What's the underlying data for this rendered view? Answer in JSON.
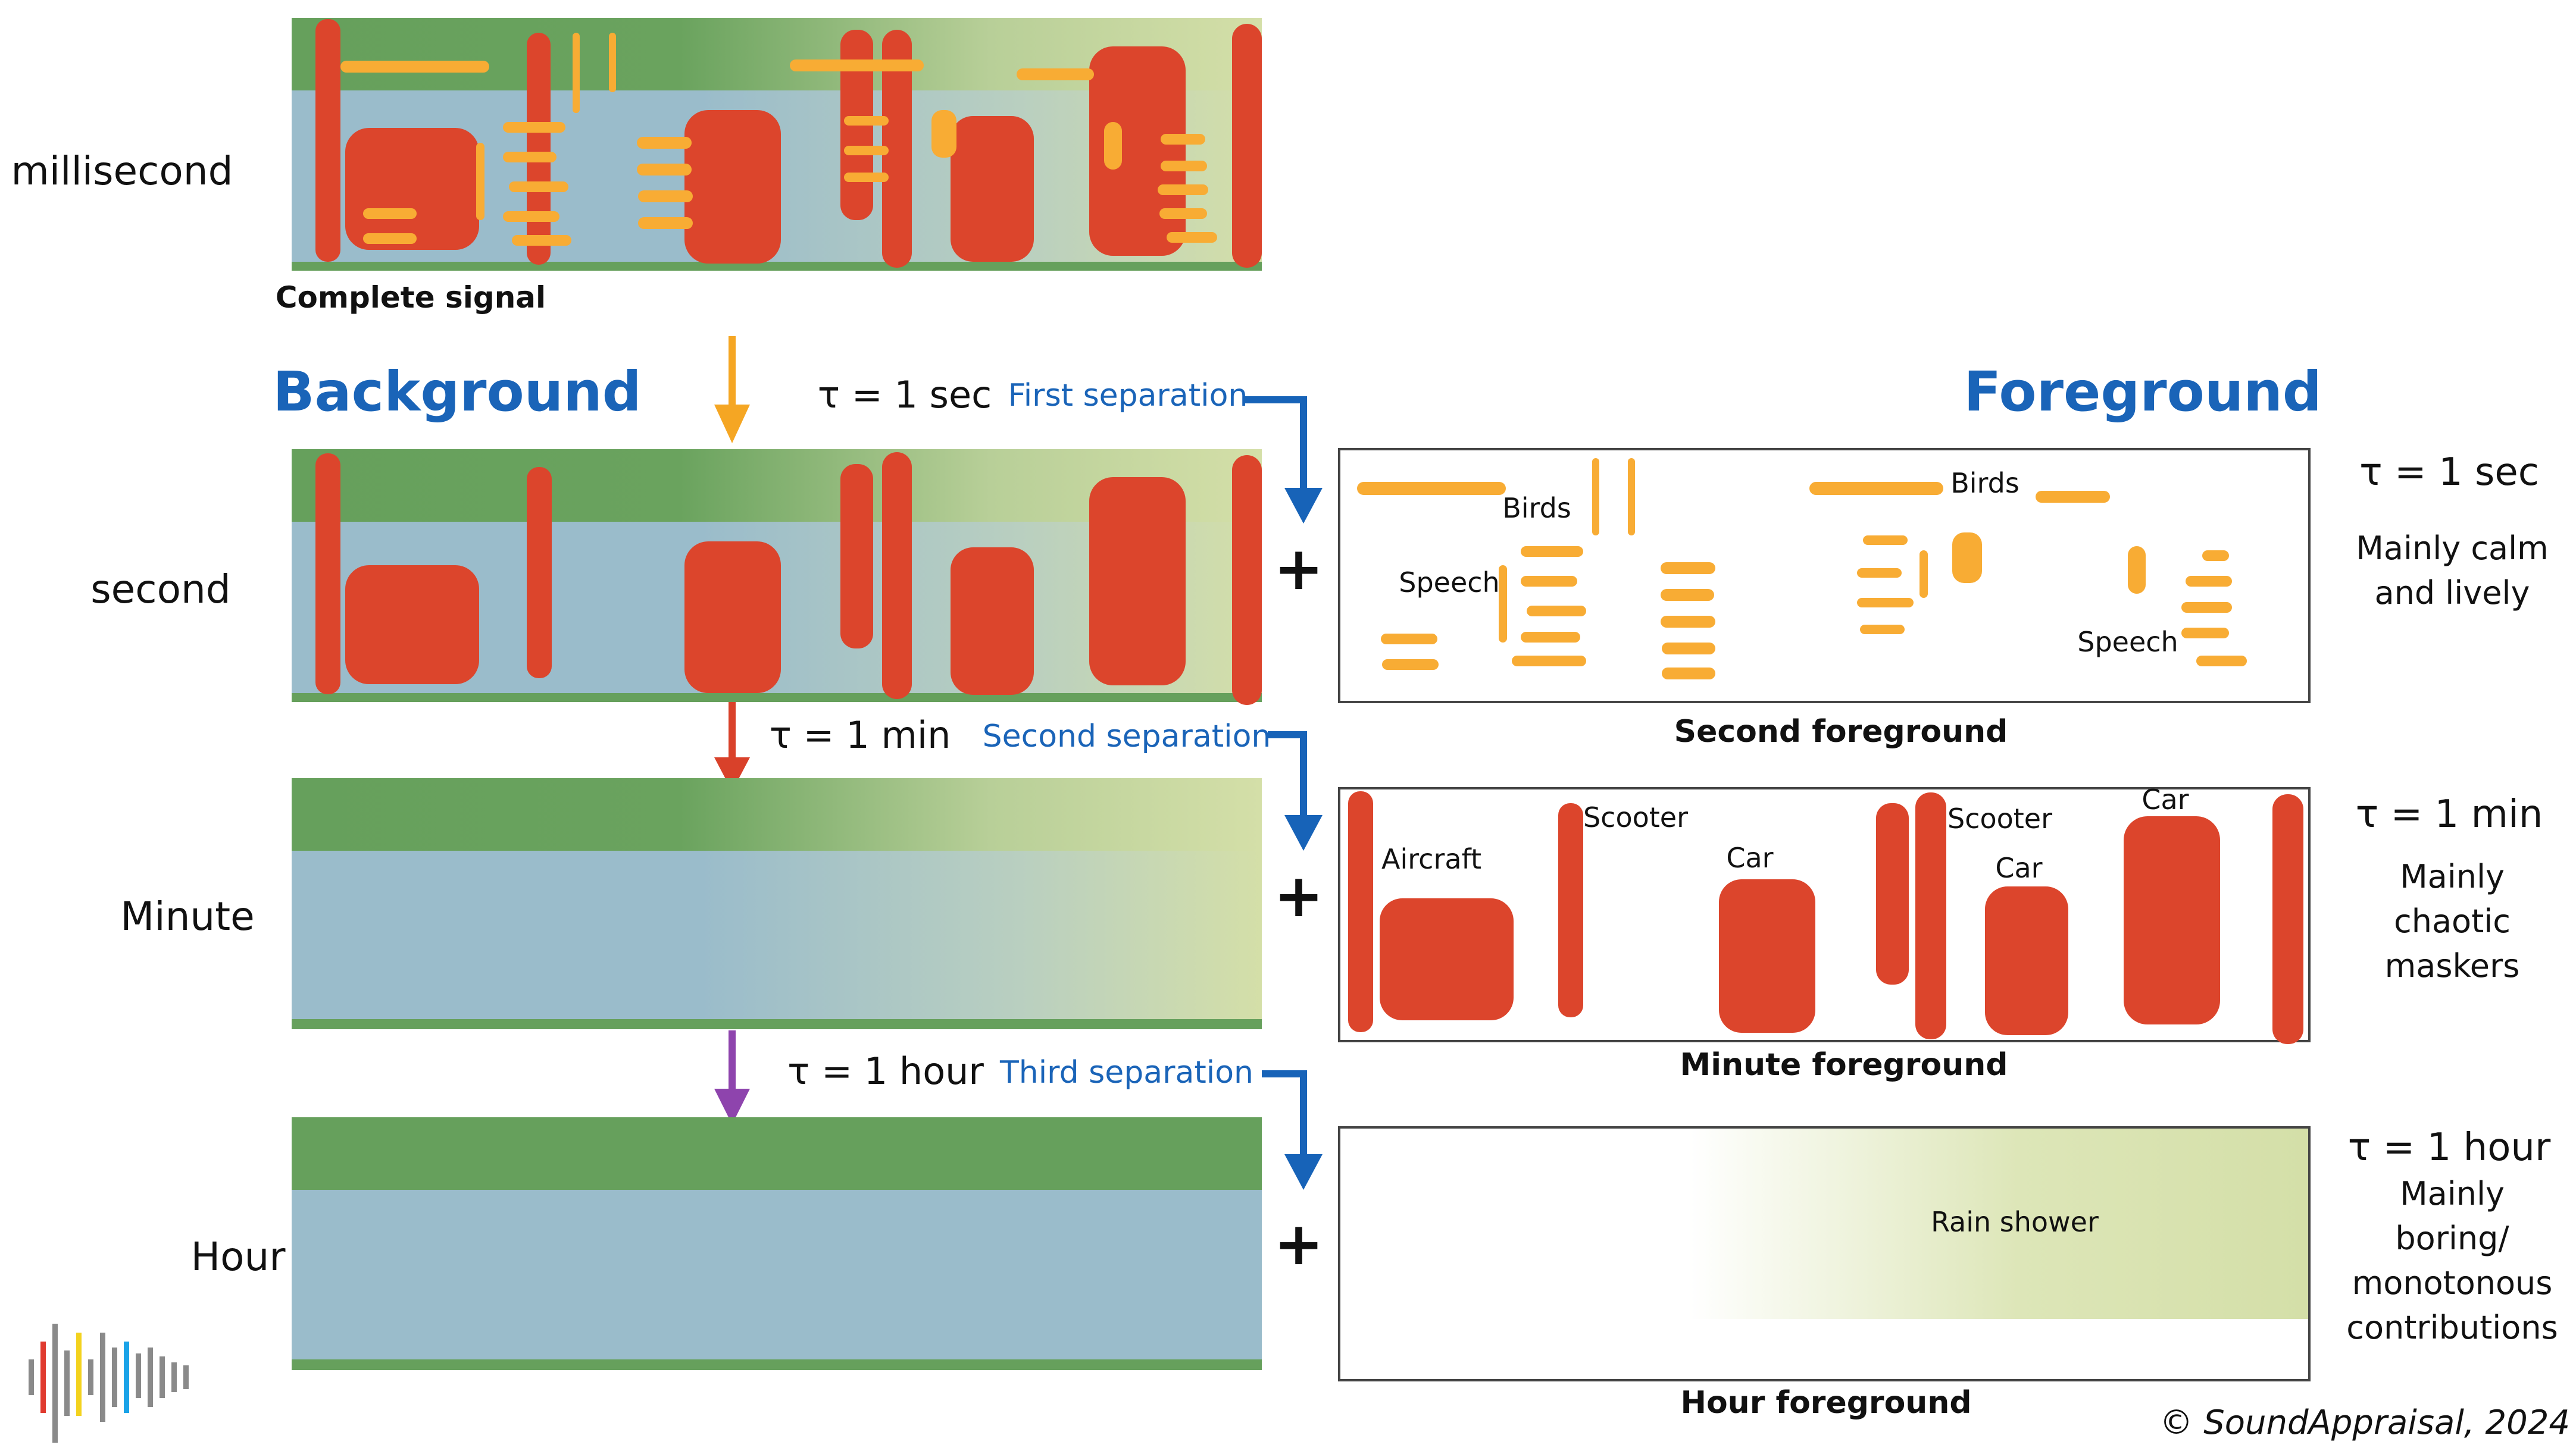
{
  "rows": {
    "millisecond": "millisecond",
    "second": "second",
    "minute": "Minute",
    "hour": "Hour"
  },
  "complete_signal_caption": "Complete signal",
  "headings": {
    "background": "Background",
    "foreground": "Foreground"
  },
  "separations": {
    "first": {
      "tau": "τ = 1 sec",
      "label": "First separation"
    },
    "second": {
      "tau": "τ = 1 min",
      "label": "Second separation"
    },
    "third": {
      "tau": "τ = 1 hour",
      "label": "Third separation"
    }
  },
  "foreground_captions": {
    "second": "Second foreground",
    "minute": "Minute foreground",
    "hour": "Hour foreground"
  },
  "foreground_labels": {
    "birds_1": "Birds",
    "birds_2": "Birds",
    "speech_1": "Speech",
    "speech_2": "Speech",
    "aircraft": "Aircraft",
    "scooter_1": "Scooter",
    "scooter_2": "Scooter",
    "car_1": "Car",
    "car_2": "Car",
    "car_3": "Car",
    "rain_shower": "Rain shower"
  },
  "right_annotations": {
    "sec_tau": "τ = 1 sec",
    "sec_desc": [
      "Mainly calm",
      "and lively"
    ],
    "min_tau": "τ = 1 min",
    "min_desc": [
      "Mainly",
      "chaotic",
      "maskers"
    ],
    "hour_tau": "τ = 1 hour",
    "hour_desc": [
      "Mainly",
      "boring/",
      "monotonous",
      "contributions"
    ]
  },
  "plus_sign": "+",
  "copyright": "© SoundAppraisal, 2024",
  "colors": {
    "green_dark": "#66a05c",
    "green_light": "#d4dfa8",
    "blue_band": "#9abccb",
    "red": "#dc452c",
    "orange": "#f8ac34",
    "heading_blue": "#1a64b8",
    "arrow_blue": "#1763b8",
    "arrow_orange": "#f5a623",
    "arrow_red": "#d9412a",
    "arrow_purple": "#8e44ad",
    "logo_colors": [
      "#e03a2f",
      "#f3d21e",
      "#1aa3e8",
      "#8a8a8a"
    ]
  }
}
